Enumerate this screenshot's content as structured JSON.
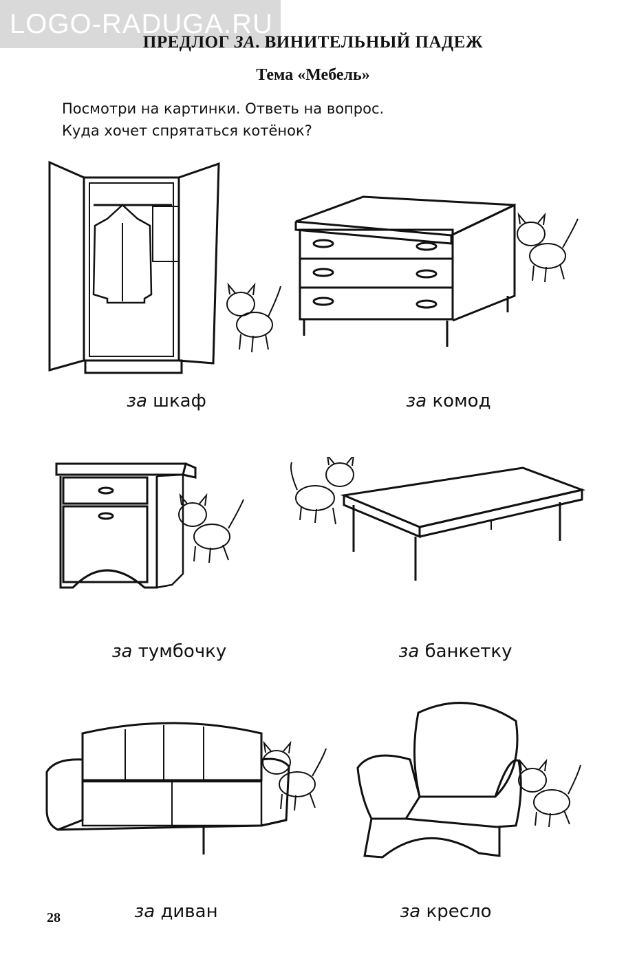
{
  "watermark": "LOGO-RADUGA.RU",
  "title": {
    "part1": "ПРЕДЛОГ ",
    "part2": "ЗА",
    "part3": ". ВИНИТЕЛЬНЫЙ ПАДЕЖ"
  },
  "subtitle": "Тема «Мебель»",
  "instructions": [
    "Посмотри на картинки. Ответь на вопрос.",
    "Куда хочет спрятаться котёнок?"
  ],
  "items": [
    {
      "prep": "за",
      "word": "шкаф"
    },
    {
      "prep": "за",
      "word": "комод"
    },
    {
      "prep": "за",
      "word": "тумбочку"
    },
    {
      "prep": "за",
      "word": "банкетку"
    },
    {
      "prep": "за",
      "word": "диван"
    },
    {
      "prep": "за",
      "word": "кресло"
    }
  ],
  "page_number": "28"
}
